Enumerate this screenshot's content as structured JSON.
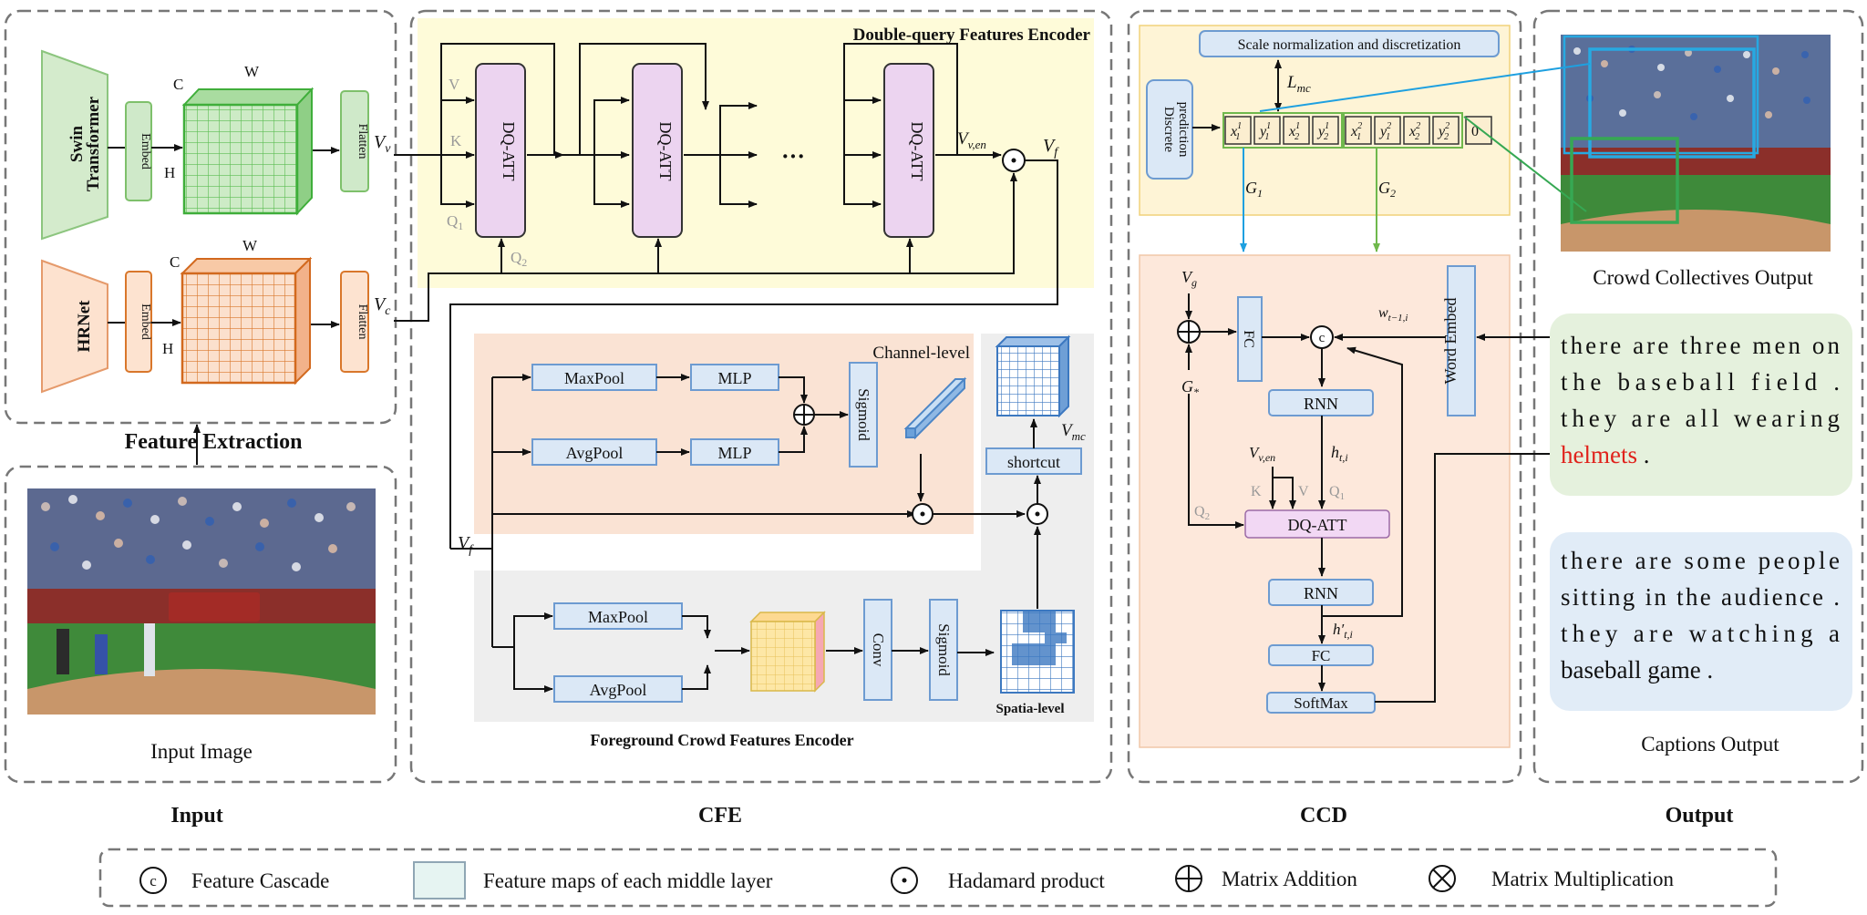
{
  "sections": {
    "input": "Input",
    "cfe": "CFE",
    "ccd": "CCD",
    "output": "Output"
  },
  "feature_extraction": {
    "title": "Feature Extraction",
    "swin_line1": "Swin",
    "swin_line2": "Transformer",
    "hrnet": "HRNet",
    "embed": "Embed",
    "flatten": "Flatten",
    "dim_c": "C",
    "dim_w": "W",
    "dim_h": "H",
    "vv_main": "V",
    "vv_sub": "v",
    "vc_main": "V",
    "vc_sub": "c"
  },
  "input_panel": {
    "caption": "Input Image"
  },
  "dq_encoder": {
    "title": "Double-query Features Encoder",
    "block": "DQ-ATT",
    "v": "V",
    "k": "K",
    "q1": "Q",
    "q1_sub": "1",
    "q2": "Q",
    "q2_sub": "2",
    "ellipsis": "···",
    "vven_main": "V",
    "vven_sub": "v,en",
    "vf_main": "V",
    "vf_sub": "f"
  },
  "fg_encoder": {
    "title": "Foreground Crowd Features Encoder",
    "channel_level": "Channel-level",
    "spatial_level": "Spatia-level",
    "maxpool": "MaxPool",
    "avgpool": "AvgPool",
    "mlp": "MLP",
    "sigmoid": "Sigmoid",
    "conv": "Conv",
    "shortcut": "shortcut",
    "vmc_main": "V",
    "vmc_sub": "mc",
    "vf_main": "V",
    "vf_sub": "f"
  },
  "ccd": {
    "scale_norm": "Scale normalization and discretization",
    "lmc_main": "L",
    "lmc_sub": "mc",
    "discrete_line1": "Discrete",
    "discrete_line2": "prediction",
    "tokens": [
      "x",
      "y",
      "x",
      "y",
      "x",
      "y",
      "x",
      "y",
      "0"
    ],
    "token_subs": [
      "1",
      "1",
      "2",
      "2",
      "1",
      "1",
      "2",
      "2",
      ""
    ],
    "token_sups": [
      "1",
      "1",
      "1",
      "1",
      "2",
      "2",
      "2",
      "2",
      ""
    ],
    "g1_main": "G",
    "g1_sub": "1",
    "g2_main": "G",
    "g2_sub": "2",
    "vg_main": "V",
    "vg_sub": "g",
    "gstar_main": "G",
    "gstar_sub": "*",
    "fc": "FC",
    "rnn": "RNN",
    "dq_att": "DQ-ATT",
    "softmax": "SoftMax",
    "word_embed": "Word Embed",
    "w_main": "w",
    "w_sub": "t−1,i",
    "h_main": "h",
    "h_sub": "t,i",
    "hp_main": "h′",
    "hp_sub": "t,i",
    "vven_main": "V",
    "vven_sub": "v,en",
    "k": "K",
    "v": "V",
    "q1": "Q",
    "q1_sub": "1",
    "q2": "Q",
    "q2_sub": "2",
    "cascade_symbol": "c"
  },
  "output": {
    "collectives_label": "Crowd Collectives Output",
    "captions_label": "Captions Output",
    "caption1_lines": [
      "there are three men on",
      "the baseball field .",
      "they are all wearing"
    ],
    "caption1_highlight": "helmets",
    "caption1_tail": " .",
    "caption2_lines": [
      "there are some people",
      "sitting in the audience .",
      "they are watching a",
      "baseball game ."
    ]
  },
  "legend": {
    "cascade": "Feature Cascade",
    "feature_maps": "Feature maps of each middle layer",
    "hadamard": "Hadamard product",
    "addition": "Matrix Addition",
    "multiplication": "Matrix Multiplication",
    "cascade_symbol": "c"
  },
  "colors": {
    "highlight": "#e0221b",
    "dq_panel": "#fefbd9",
    "channel_panel": "#fae3d4",
    "spatial_panel": "#eeeeee",
    "ccd_top": "#fef4d6",
    "ccd_bottom": "#fde8db",
    "cap1_bg": "#e5f1dd",
    "cap2_bg": "#e1ecf7"
  }
}
